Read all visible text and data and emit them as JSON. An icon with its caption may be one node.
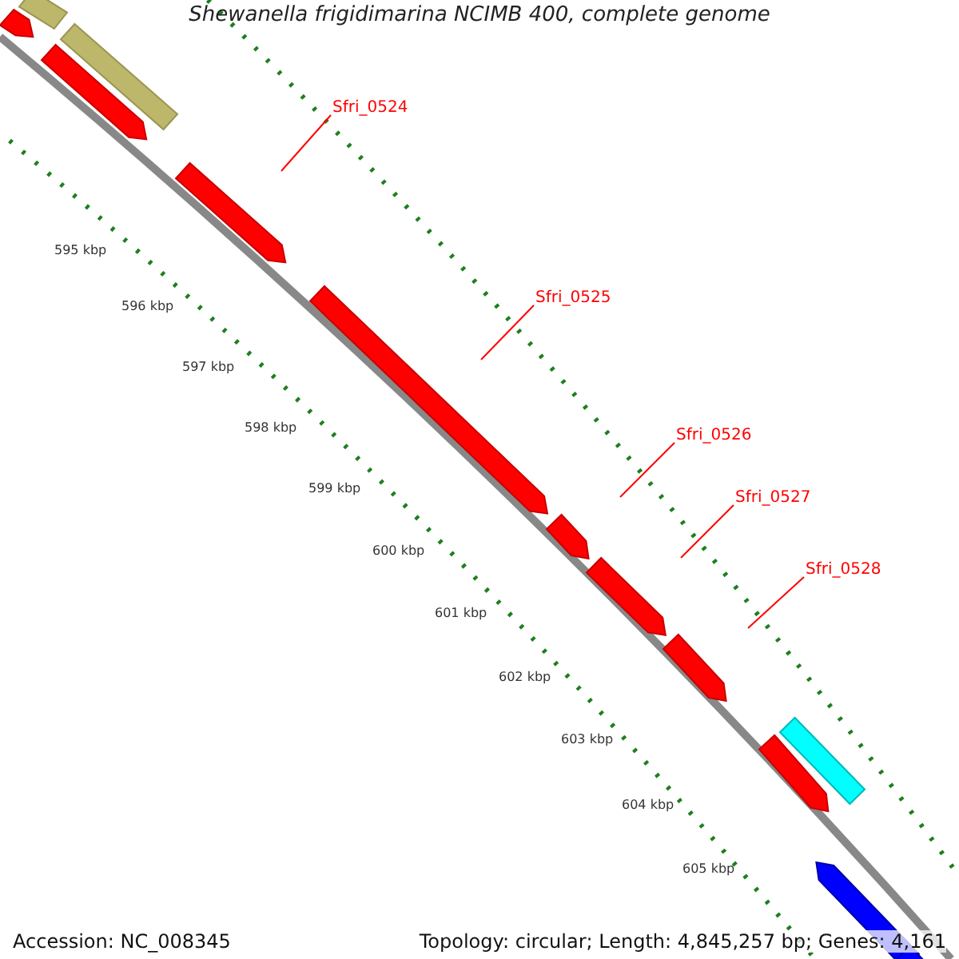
{
  "diagram": {
    "title": "Shewanella frigidimarina NCIMB 400, complete genome",
    "nodes": [
      {
        "text": [
          "Sfri_0524"
        ]
      },
      {
        "text": [
          "Sfri_0525"
        ]
      },
      {
        "text": [
          "Sfri_0526"
        ]
      },
      {
        "text": [
          "Sfri_0527"
        ]
      },
      {
        "text": [
          "Sfri_0528"
        ]
      },
      {
        "text": [],
        "shape": "bar"
      },
      {
        "text": [],
        "shape": "bar"
      },
      {
        "text": [],
        "shape": "bar"
      },
      {
        "text": [],
        "shape": "bar"
      },
      {
        "text": [],
        "shape": "bar"
      },
      {
        "text": [],
        "shape": "bar"
      },
      {
        "text": [],
        "shape": "bar"
      },
      {
        "text": [],
        "shape": "bar"
      },
      {
        "text": [],
        "shape": "bar"
      },
      {
        "text": [],
        "shape": "bar"
      },
      {
        "text": [],
        "shape": "bar"
      },
      {
        "text": [],
        "shape": "bar"
      },
      {
        "text": [],
        "shape": "bar"
      }
    ],
    "edges": [
      {
        "from": 0,
        "to": 9,
        "arrow": "none"
      },
      {
        "from": 1,
        "to": 10,
        "arrow": "none"
      },
      {
        "from": 2,
        "to": 11,
        "arrow": "none"
      },
      {
        "from": 3,
        "to": 12,
        "arrow": "none"
      },
      {
        "from": 4,
        "to": 13,
        "arrow": "none"
      }
    ],
    "labels": [
      "595 kbp",
      "596 kbp",
      "597 kbp",
      "598 kbp",
      "599 kbp",
      "600 kbp",
      "601 kbp",
      "602 kbp",
      "603 kbp",
      "604 kbp",
      "605 kbp",
      "Accession: NC_008345",
      "Topology: circular; Length: 4,845,257 bp; Genes: 4,161"
    ]
  }
}
